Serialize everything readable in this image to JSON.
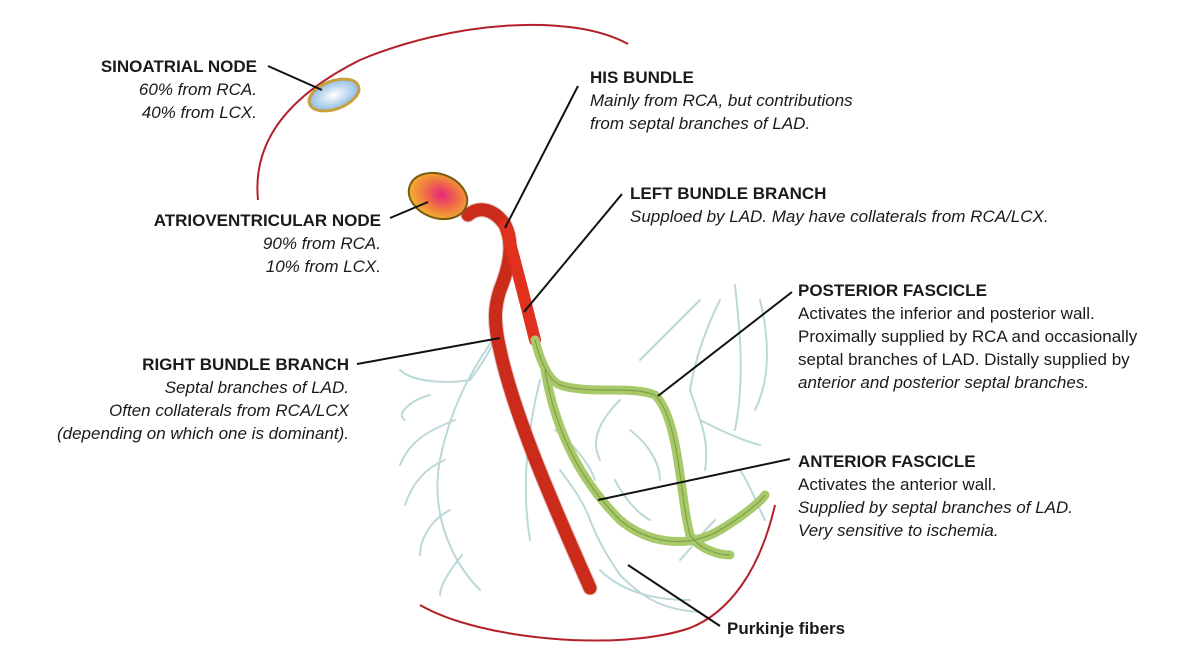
{
  "labels": {
    "sa_node": {
      "title": "SINOATRIAL NODE",
      "lines": [
        "60% from RCA.",
        "40% from LCX."
      ]
    },
    "av_node": {
      "title": "ATRIOVENTRICULAR NODE",
      "lines": [
        "90% from RCA.",
        "10% from LCX."
      ]
    },
    "his_bundle": {
      "title": "HIS BUNDLE",
      "lines": [
        "Mainly from RCA, but contributions",
        "from septal branches of LAD."
      ]
    },
    "left_bundle_branch": {
      "title": "LEFT BUNDLE BRANCH",
      "lines": [
        "Supploed by LAD. May have collaterals from RCA/LCX."
      ]
    },
    "right_bundle_branch": {
      "title": "RIGHT BUNDLE BRANCH",
      "lines": [
        "Septal branches of LAD.",
        "Often collaterals from RCA/LCX",
        "(depending on which one is dominant)."
      ]
    },
    "posterior_fascicle": {
      "title": "POSTERIOR FASCICLE",
      "plain_lines": [
        "Activates the inferior and posterior wall.",
        "Proximally supplied by RCA and occasionally",
        "septal branches of LAD. Distally supplied by"
      ],
      "lines": [
        "anterior and posterior septal branches."
      ]
    },
    "anterior_fascicle": {
      "title": "ANTERIOR FASCICLE",
      "plain_lines": [
        "Activates the anterior wall."
      ],
      "lines": [
        "Supplied by septal branches of LAD.",
        "Very sensitive to ischemia."
      ]
    },
    "purkinje": {
      "title": "Purkinje fibers"
    }
  },
  "colors": {
    "heart_outline": "#b3202a",
    "right_bundle": "#e0301e",
    "left_bundle": "#a8c96a",
    "purkinje": "#bcd8d8",
    "sa_node_fill": "#9fc8e8",
    "av_node_fill": "#f0a030",
    "av_node_center": "#e8257a",
    "node_border": "#7a5a10"
  }
}
